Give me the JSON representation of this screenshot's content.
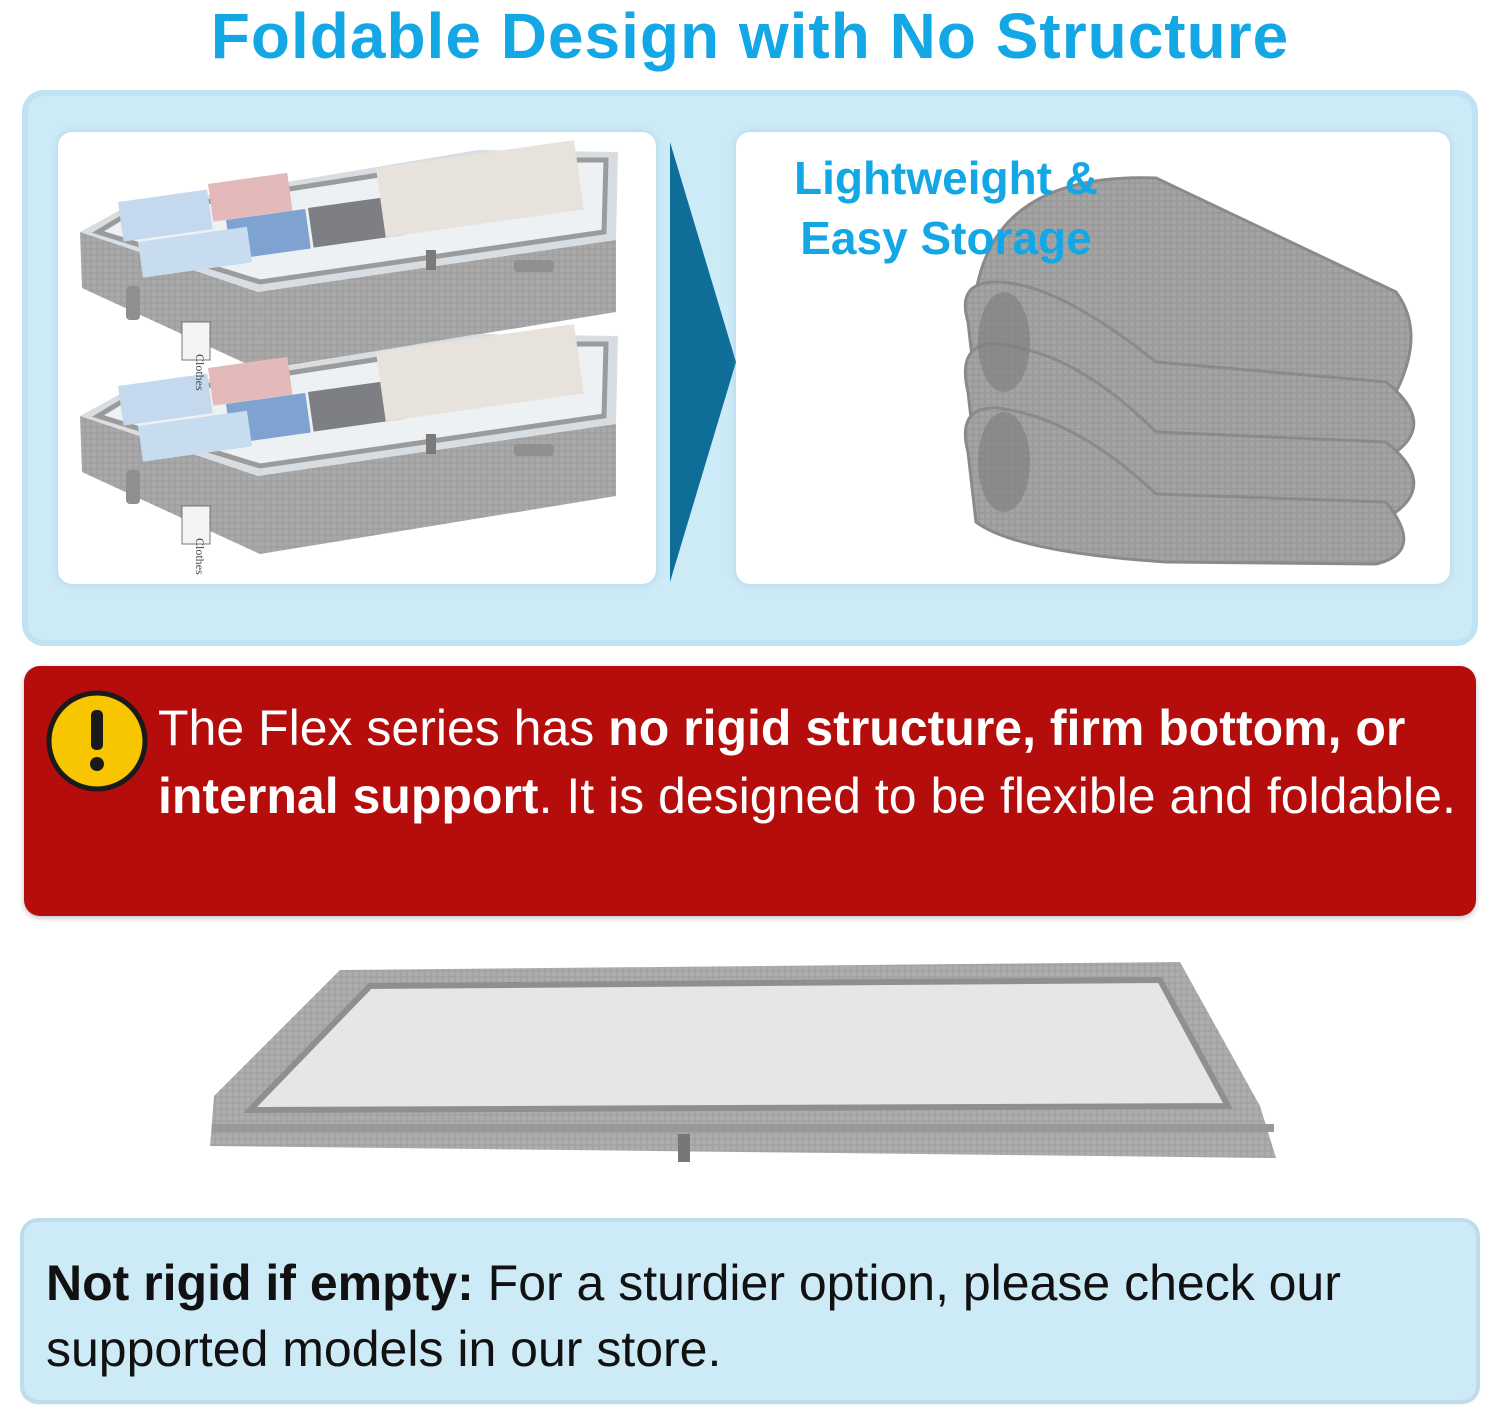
{
  "header": {
    "title": "Foldable Design with No Structure"
  },
  "features": {
    "label_line1": "Lightweight &",
    "label_line2": "Easy Storage",
    "box_tag": "Clothes"
  },
  "warning": {
    "icon": "exclamation-icon",
    "text_pre": "The Flex series has ",
    "text_bold": "no rigid structure, firm bottom, or internal support",
    "text_post": ". It is designed to be flexible and foldable."
  },
  "note": {
    "bold": "Not rigid if empty:",
    "text": " For a sturdier option, please check our supported models in our store."
  },
  "colors": {
    "title_blue": "#13a7e6",
    "panel_blue": "#cdeaf7",
    "warning_red": "#b50c0c",
    "arrow_blue": "#0e6e98",
    "warning_yellow": "#f7c600"
  }
}
